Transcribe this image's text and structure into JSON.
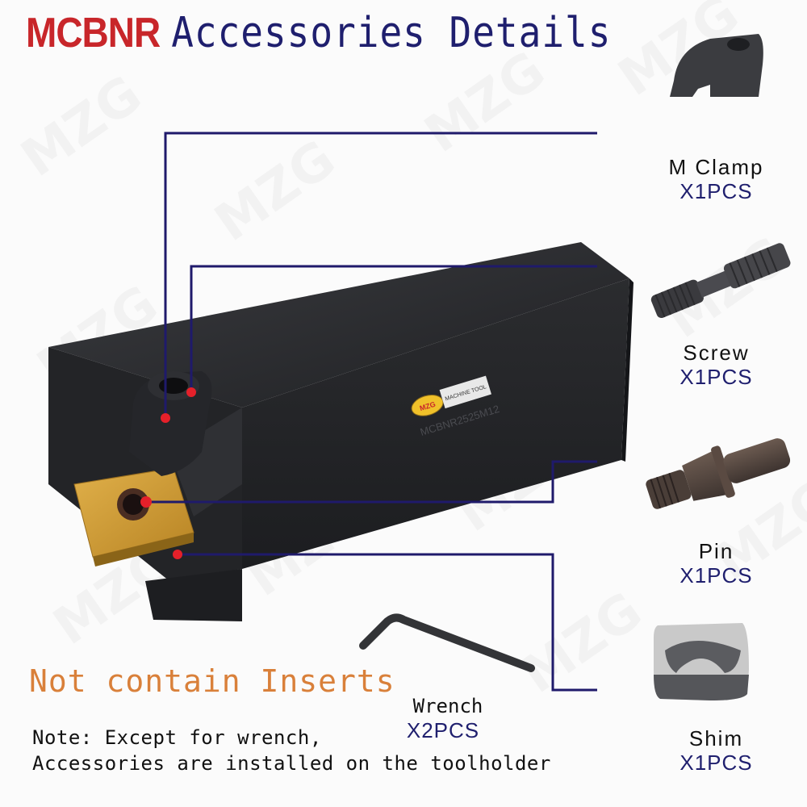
{
  "header": {
    "brand": "MCBNR",
    "title": "Accessories Details"
  },
  "watermark": "MZG",
  "toolholder": {
    "body_label_badge": "MZG",
    "body_label_tag": "MACHINE TOOL",
    "body_engraving": "MCBNR2525M12"
  },
  "accessories": [
    {
      "id": "m-clamp",
      "name": "M Clamp",
      "qty": "X1PCS"
    },
    {
      "id": "screw",
      "name": "Screw",
      "qty": "X1PCS"
    },
    {
      "id": "pin",
      "name": "Pin",
      "qty": "X1PCS"
    },
    {
      "id": "shim",
      "name": "Shim",
      "qty": "X1PCS"
    },
    {
      "id": "wrench",
      "name": "Wrench",
      "qty": "X2PCS"
    }
  ],
  "notice": "Not contain Inserts",
  "note": {
    "line1": "Note: Except for wrench,",
    "line2": "Accessories are installed on the toolholder"
  },
  "colors": {
    "brand_red": "#c8262a",
    "title_navy": "#1f1f6e",
    "leader_line": "#1f1a6b",
    "callout_dot": "#e5202a",
    "notice_orange": "#d9803a",
    "insert_gold": "#c9962e",
    "holder_black": "#2a2b2e"
  }
}
